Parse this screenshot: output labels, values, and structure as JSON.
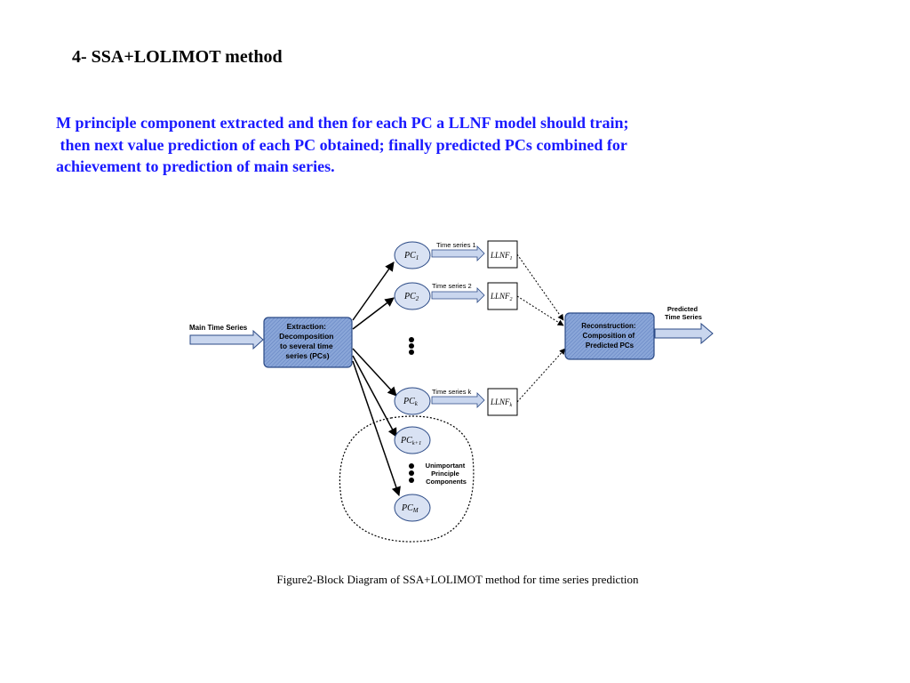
{
  "slide": {
    "heading": "4- SSA+LOLIMOT method",
    "paragraph_lines": [
      "M principle component extracted and then for each PC a LLNF model should train;",
      " then next value prediction of each PC obtained; finally predicted PCs combined for",
      "achievement to prediction of main series."
    ],
    "caption": "Figure2-Block Diagram of SSA+LOLIMOT method for time series prediction"
  },
  "diagram": {
    "input_label": "Main Time Series",
    "extraction_lines": [
      "Extraction:",
      "Decomposition",
      "to several time",
      "series (PCs)"
    ],
    "pcs": [
      {
        "base": "PC",
        "sub": "1",
        "series_label": "Time series 1",
        "model_base": "LLNF",
        "model_sub": "1"
      },
      {
        "base": "PC",
        "sub": "2",
        "series_label": "Time series 2",
        "model_base": "LLNF",
        "model_sub": "2"
      },
      {
        "base": "PC",
        "sub": "k",
        "series_label": "Time series k",
        "model_base": "LLNF",
        "model_sub": "k"
      }
    ],
    "unimportant_pcs": [
      {
        "base": "PC",
        "sub": "k+1"
      },
      {
        "base": "PC",
        "sub": "M"
      }
    ],
    "unimportant_label_lines": [
      "Unimportant",
      "Principle",
      "Components"
    ],
    "reconstruction_lines": [
      "Reconstruction:",
      "Composition of",
      "Predicted PCs"
    ],
    "output_label_lines": [
      "Predicted",
      "Time Series"
    ],
    "colors": {
      "block_fill": "#7f9fd3",
      "block_stroke": "#2b4a86",
      "pc_fill": "#d9e2f3",
      "arrow_fill": "#c9d6ee",
      "paragraph_text": "#1a1aff"
    }
  }
}
